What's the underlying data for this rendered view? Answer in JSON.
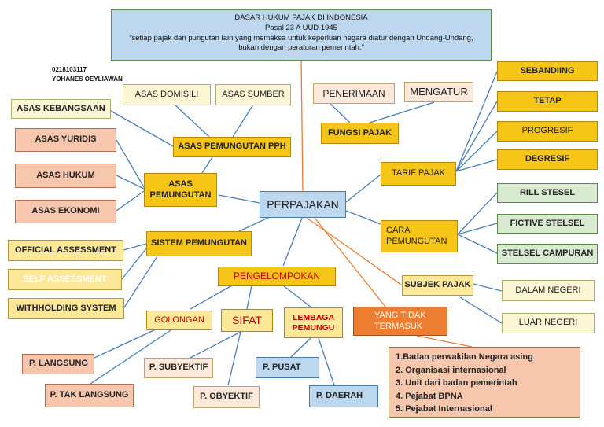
{
  "header": {
    "line1": "DASAR HUKUM PAJAK DI INDONESIA",
    "line2": "Pasal 23 A UUD 1945",
    "line3": "“setiap pajak dan pungutan lain yang memaksa untuk keperluan negara diatur dengan Undang-Undang,",
    "line4": "bukan dengan peraturan pemerintah.”"
  },
  "author": {
    "id": "0218103117",
    "name": "YOHANES OEYLIAWAN"
  },
  "nodes": {
    "center": "PERPAJAKAN",
    "asas_domisili": "ASAS DOMISILI",
    "asas_sumber": "ASAS SUMBER",
    "asas_kebangsaan": "ASAS KEBANGSAAN",
    "asas_pemungutan_pph": "ASAS PEMUNGUTAN PPH",
    "asas_yuridis": "ASAS YURIDIS",
    "asas_hukum": "ASAS HUKUM",
    "asas_ekonomi": "ASAS EKONOMI",
    "asas_pemungutan_1": "ASAS",
    "asas_pemungutan_2": "PEMUNGUTAN",
    "official": "OFFICIAL ASSESSMENT",
    "self": "SELF ASSESSMENT",
    "withholding": "WITHHOLDING SYSTEM",
    "sistem_pemungutan": "SISTEM PEMUNGUTAN",
    "pengelompokan": "PENGELOMPOKAN",
    "golongan": "GOLONGAN",
    "sifat": "SIFAT",
    "lembaga_1": "LEMBAGA",
    "lembaga_2": "PEMUNGU",
    "p_langsung": "P. LANGSUNG",
    "p_tak_langsung": "P. TAK LANGSUNG",
    "p_subyektif": "P. SUBYEKTIF",
    "p_obyektif": "P. OBYEKTIF",
    "p_pusat": "P. PUSAT",
    "p_daerah": "P. DAERAH",
    "penerimaan": "PENERIMAAN",
    "mengatur": "MENGATUR",
    "fungsi_pajak": "FUNGSI PAJAK",
    "tarif_pajak": "TARIF PAJAK",
    "sebanding": "SEBANDIING",
    "tetap": "TETAP",
    "progresif": "PROGRESIF",
    "degresif": "DEGRESIF",
    "cara_1": "CARA",
    "cara_2": "PEMUNGUTAN",
    "rill": "RILL STESEL",
    "fictive": "FICTIVE STELSEL",
    "campuran": "STELSEL CAMPURAN",
    "subjek_pajak": "SUBJEK PAJAK",
    "dalam_negeri": "DALAM NEGERI",
    "luar_negeri": "LUAR NEGERI",
    "yang_tidak_1": "YANG TIDAK",
    "yang_tidak_2": "TERMASUK"
  },
  "excluded_list": [
    "1.Badan perwakilan Negara asing",
    "2. Organisasi internasional",
    "3. Unit dari badan pemerintah",
    "4. Pejabat BPNA",
    "5. Pejabat Internasional"
  ],
  "colors": {
    "link_blue": "#4a7ebb",
    "link_orange": "#ed7d31",
    "gold": "#f5c518",
    "peach": "#f6c6ad",
    "orange": "#ed7d31",
    "lightblue": "#bdd7ee"
  }
}
